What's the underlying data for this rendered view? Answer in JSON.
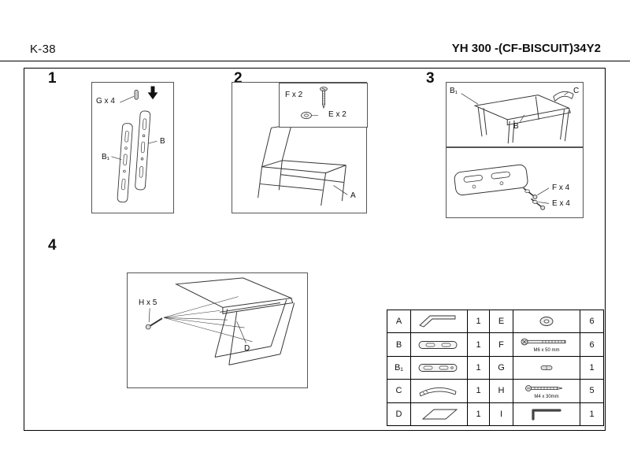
{
  "header": {
    "page_code": "K-38",
    "model": "YH 300 -(CF-BISCUIT)34Y2"
  },
  "steps": [
    {
      "number": "1",
      "labels": {
        "g": "G x 4",
        "b": "B",
        "b1": "B₁"
      }
    },
    {
      "number": "2",
      "labels": {
        "f": "F x 2",
        "e": "E x 2",
        "a": "A"
      }
    },
    {
      "number": "3",
      "labels": {
        "b1": "B₁",
        "c": "C",
        "b": "B",
        "f": "F x 4",
        "e": "E x 4"
      }
    },
    {
      "number": "4",
      "labels": {
        "h": "H x 5",
        "d": "D"
      }
    }
  ],
  "parts_table": {
    "rows": [
      {
        "left": {
          "letter": "A",
          "icon": "frame-bracket-icon",
          "qty": "1"
        },
        "right": {
          "letter": "E",
          "icon": "washer-icon",
          "qty": "6"
        }
      },
      {
        "left": {
          "letter": "B",
          "icon": "side-panel-icon",
          "qty": "1"
        },
        "right": {
          "letter": "F",
          "icon": "bolt-icon",
          "size": "M6 x 50 mm",
          "qty": "6"
        }
      },
      {
        "left": {
          "letter": "B₁",
          "icon": "side-panel-icon",
          "qty": "1"
        },
        "right": {
          "letter": "G",
          "icon": "dowel-icon",
          "qty": "1"
        }
      },
      {
        "left": {
          "letter": "C",
          "icon": "back-slat-icon",
          "qty": "1"
        },
        "right": {
          "letter": "H",
          "icon": "screw-icon",
          "size": "M4 x 30mm",
          "qty": "5"
        }
      },
      {
        "left": {
          "letter": "D",
          "icon": "seat-panel-icon",
          "qty": "1"
        },
        "right": {
          "letter": "I",
          "icon": "allen-key-icon",
          "qty": "1"
        }
      }
    ]
  }
}
